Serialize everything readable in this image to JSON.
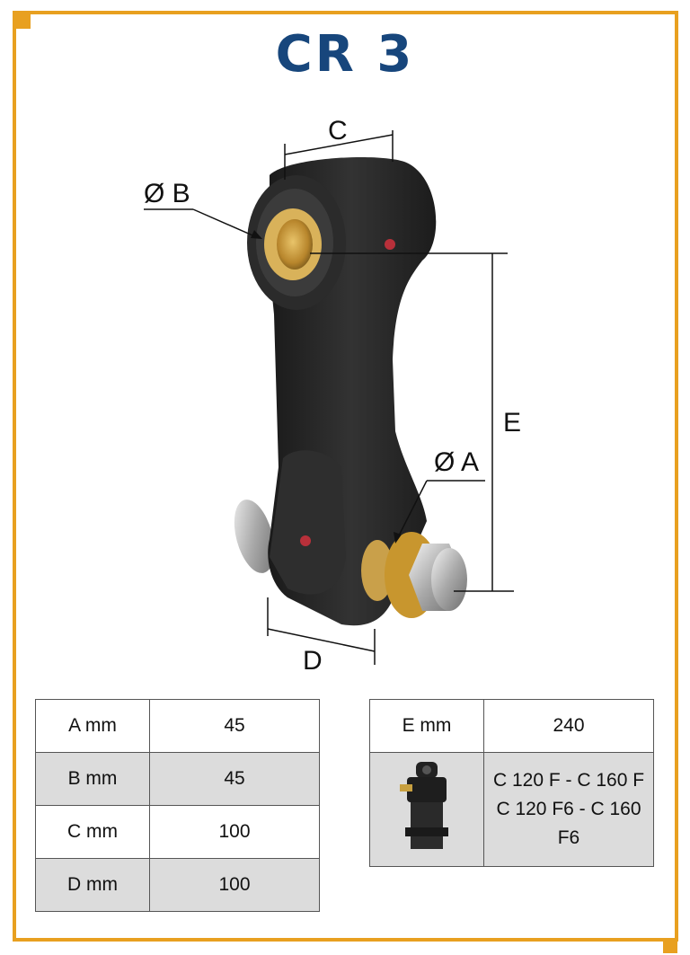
{
  "title": "CR 3",
  "dims": {
    "c": "C",
    "b": "Ø B",
    "e": "E",
    "a": "Ø A",
    "d": "D"
  },
  "specs_left": [
    {
      "label": "A mm",
      "value": "45"
    },
    {
      "label": "B mm",
      "value": "45"
    },
    {
      "label": "C mm",
      "value": "100"
    },
    {
      "label": "D mm",
      "value": "100"
    }
  ],
  "specs_right": {
    "e_label": "E mm",
    "e_value": "240",
    "compat_line1": "C 120 F - C 160 F",
    "compat_line2": "C 120 F6 - C 160 F6"
  },
  "colors": {
    "frame": "#e8a020",
    "title": "#17467c",
    "part": "#262626",
    "bushing": "#c89a3a"
  }
}
